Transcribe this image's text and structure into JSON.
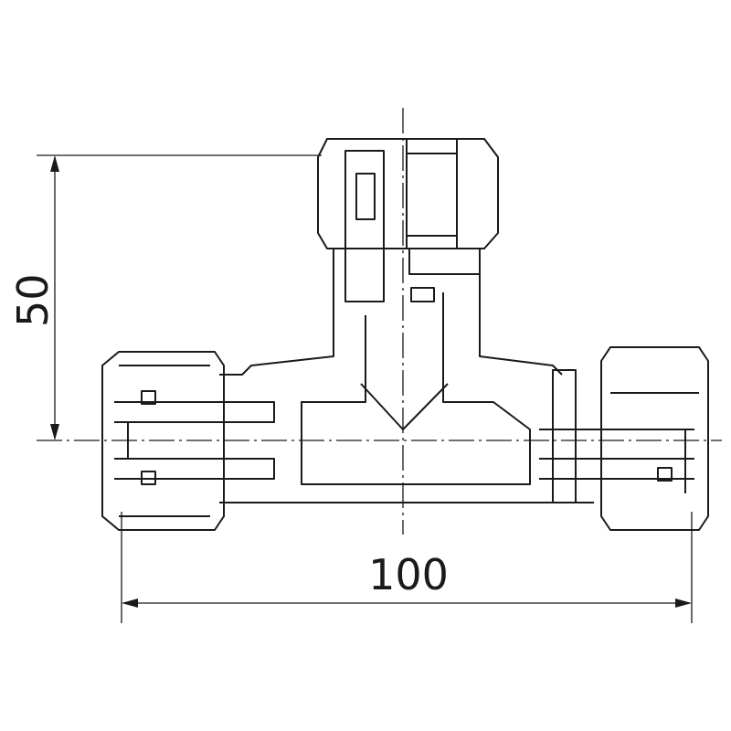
{
  "drawing": {
    "subject": "tee-fitting",
    "dimension_height": "50",
    "dimension_width": "100",
    "line_color": "#1a1a1a"
  }
}
